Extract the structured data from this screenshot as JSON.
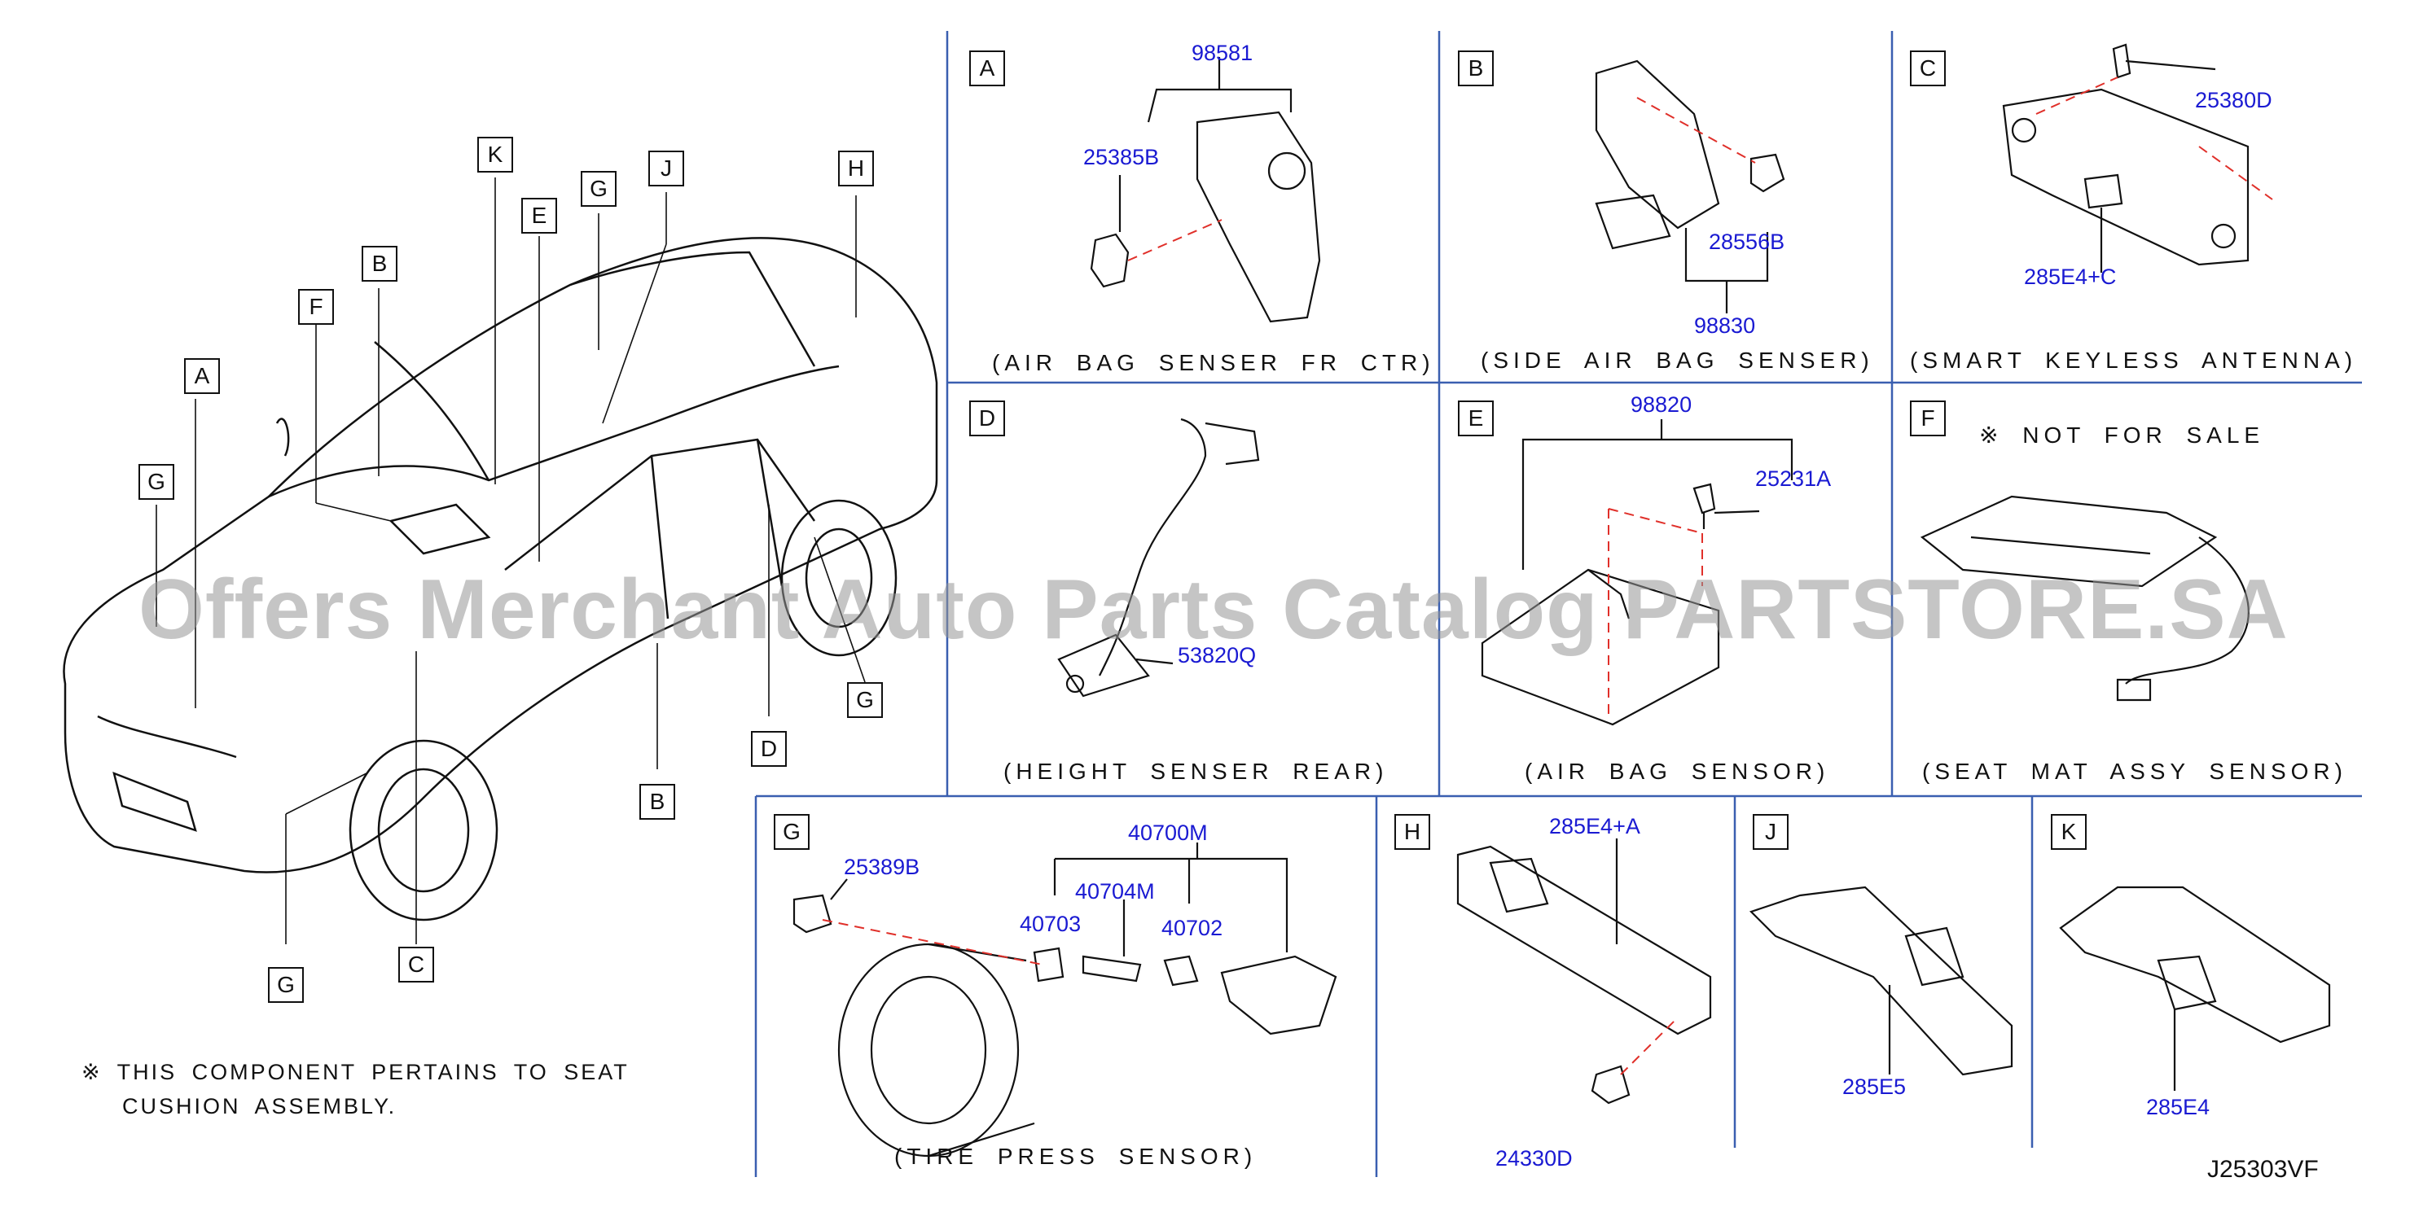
{
  "callouts": {
    "A": "A",
    "B": "B",
    "C": "C",
    "D": "D",
    "E": "E",
    "F": "F",
    "G": "G",
    "H": "H",
    "J": "J",
    "K": "K"
  },
  "panels": {
    "a": {
      "letter": "A",
      "caption": "(AIR BAG SENSER FR CTR)",
      "parts": [
        "98581",
        "25385B"
      ]
    },
    "b": {
      "letter": "B",
      "caption": "(SIDE AIR BAG SENSER)",
      "parts": [
        "28556B",
        "98830"
      ]
    },
    "c": {
      "letter": "C",
      "caption": "(SMART KEYLESS ANTENNA)",
      "parts": [
        "25380D",
        "285E4+C"
      ]
    },
    "d": {
      "letter": "D",
      "caption": "(HEIGHT SENSER REAR)",
      "parts": [
        "53820Q"
      ]
    },
    "e": {
      "letter": "E",
      "caption": "(AIR BAG SENSOR)",
      "parts": [
        "98820",
        "25231A"
      ]
    },
    "f": {
      "letter": "F",
      "caption": "(SEAT MAT ASSY SENSOR)",
      "note": "※ NOT FOR SALE"
    },
    "g": {
      "letter": "G",
      "caption": "(TIRE PRESS SENSOR)",
      "parts": [
        "25389B",
        "40700M",
        "40704M",
        "40703",
        "40702"
      ]
    },
    "h": {
      "letter": "H",
      "parts": [
        "285E4+A",
        "24330D"
      ]
    },
    "j": {
      "letter": "J",
      "parts": [
        "285E5"
      ]
    },
    "k": {
      "letter": "K",
      "parts": [
        "285E4"
      ]
    }
  },
  "footnote": {
    "line1": "※ THIS COMPONENT PERTAINS TO SEAT",
    "line2": "CUSHION ASSEMBLY."
  },
  "watermark": "Offers Merchant Auto Parts Catalog PARTSTORE.SA",
  "diagram_code": "J25303VF",
  "colors": {
    "part_number": "#1a1ad2",
    "leader_dash": "#e0302a",
    "line": "#111111"
  }
}
